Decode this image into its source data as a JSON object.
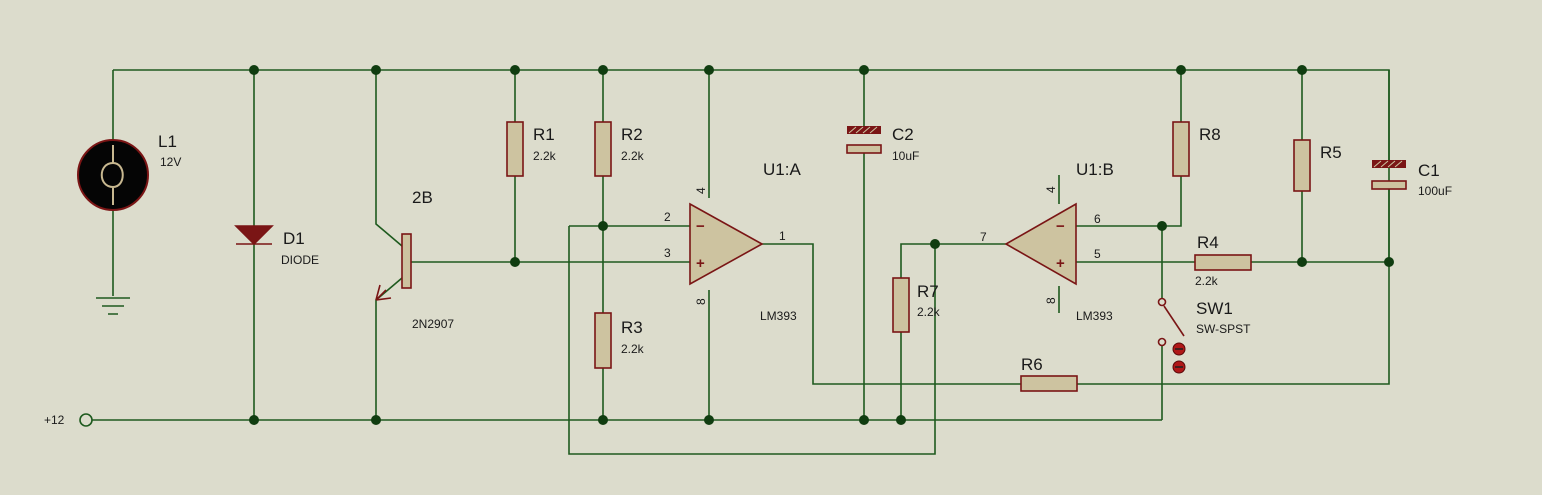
{
  "schematic": {
    "power": {
      "label": "+12"
    },
    "lamp": {
      "ref": "L1",
      "value": "12V"
    },
    "diode": {
      "ref": "D1",
      "value": "DIODE"
    },
    "transistor": {
      "ref": "2B",
      "value": "2N2907"
    },
    "resistors": [
      {
        "ref": "R1",
        "value": "2.2k"
      },
      {
        "ref": "R2",
        "value": "2.2k"
      },
      {
        "ref": "R3",
        "value": "2.2k"
      },
      {
        "ref": "R4",
        "value": "2.2k"
      },
      {
        "ref": "R5",
        "value": ""
      },
      {
        "ref": "R6",
        "value": ""
      },
      {
        "ref": "R7",
        "value": "2.2k"
      },
      {
        "ref": "R8",
        "value": ""
      }
    ],
    "capacitors": [
      {
        "ref": "C1",
        "value": "100uF"
      },
      {
        "ref": "C2",
        "value": "10uF"
      }
    ],
    "comparators": [
      {
        "ref": "U1:A",
        "part": "LM393",
        "pins": {
          "inv": "2",
          "noninv": "3",
          "out": "1",
          "vcc": "4",
          "gnd": "8"
        },
        "minus": "−",
        "plus": "+"
      },
      {
        "ref": "U1:B",
        "part": "LM393",
        "pins": {
          "inv": "6",
          "noninv": "5",
          "out": "7",
          "vcc": "4",
          "gnd": "8"
        },
        "minus": "−",
        "plus": "+"
      }
    ],
    "switch": {
      "ref": "SW1",
      "value": "SW-SPST"
    }
  },
  "colors": {
    "background": "#dcdccc",
    "wire": "#1e5a1e",
    "component": "#7a1515",
    "body_fill": "#cdc3a0"
  }
}
